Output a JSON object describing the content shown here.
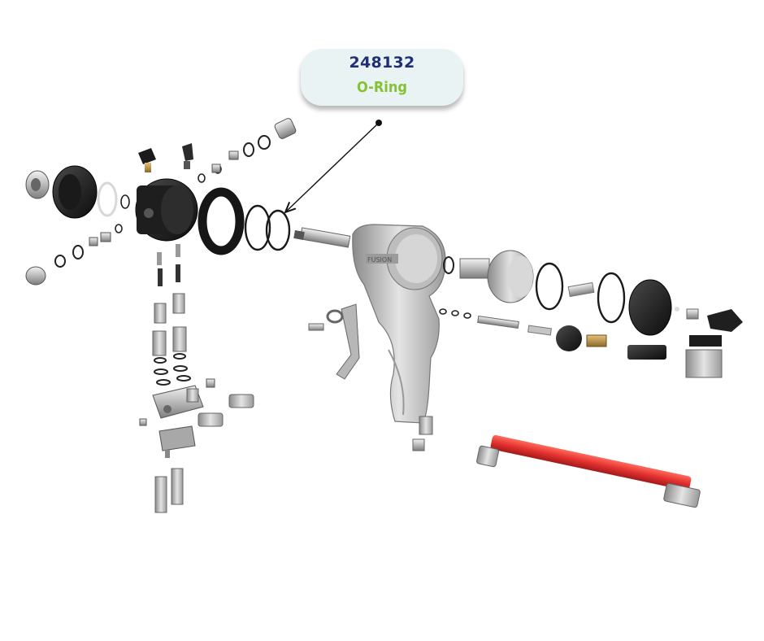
{
  "callout": {
    "part_number": "248132",
    "part_name": "O-Ring",
    "colors": {
      "background": "#e9f3f3",
      "part_number": "#1e2f78",
      "part_name": "#86c134"
    }
  },
  "diagram": {
    "kind": "exploded parts view",
    "gun_body_label": "FUSION",
    "highlighted_part": "o-ring",
    "hose_color": "#e3312f"
  }
}
